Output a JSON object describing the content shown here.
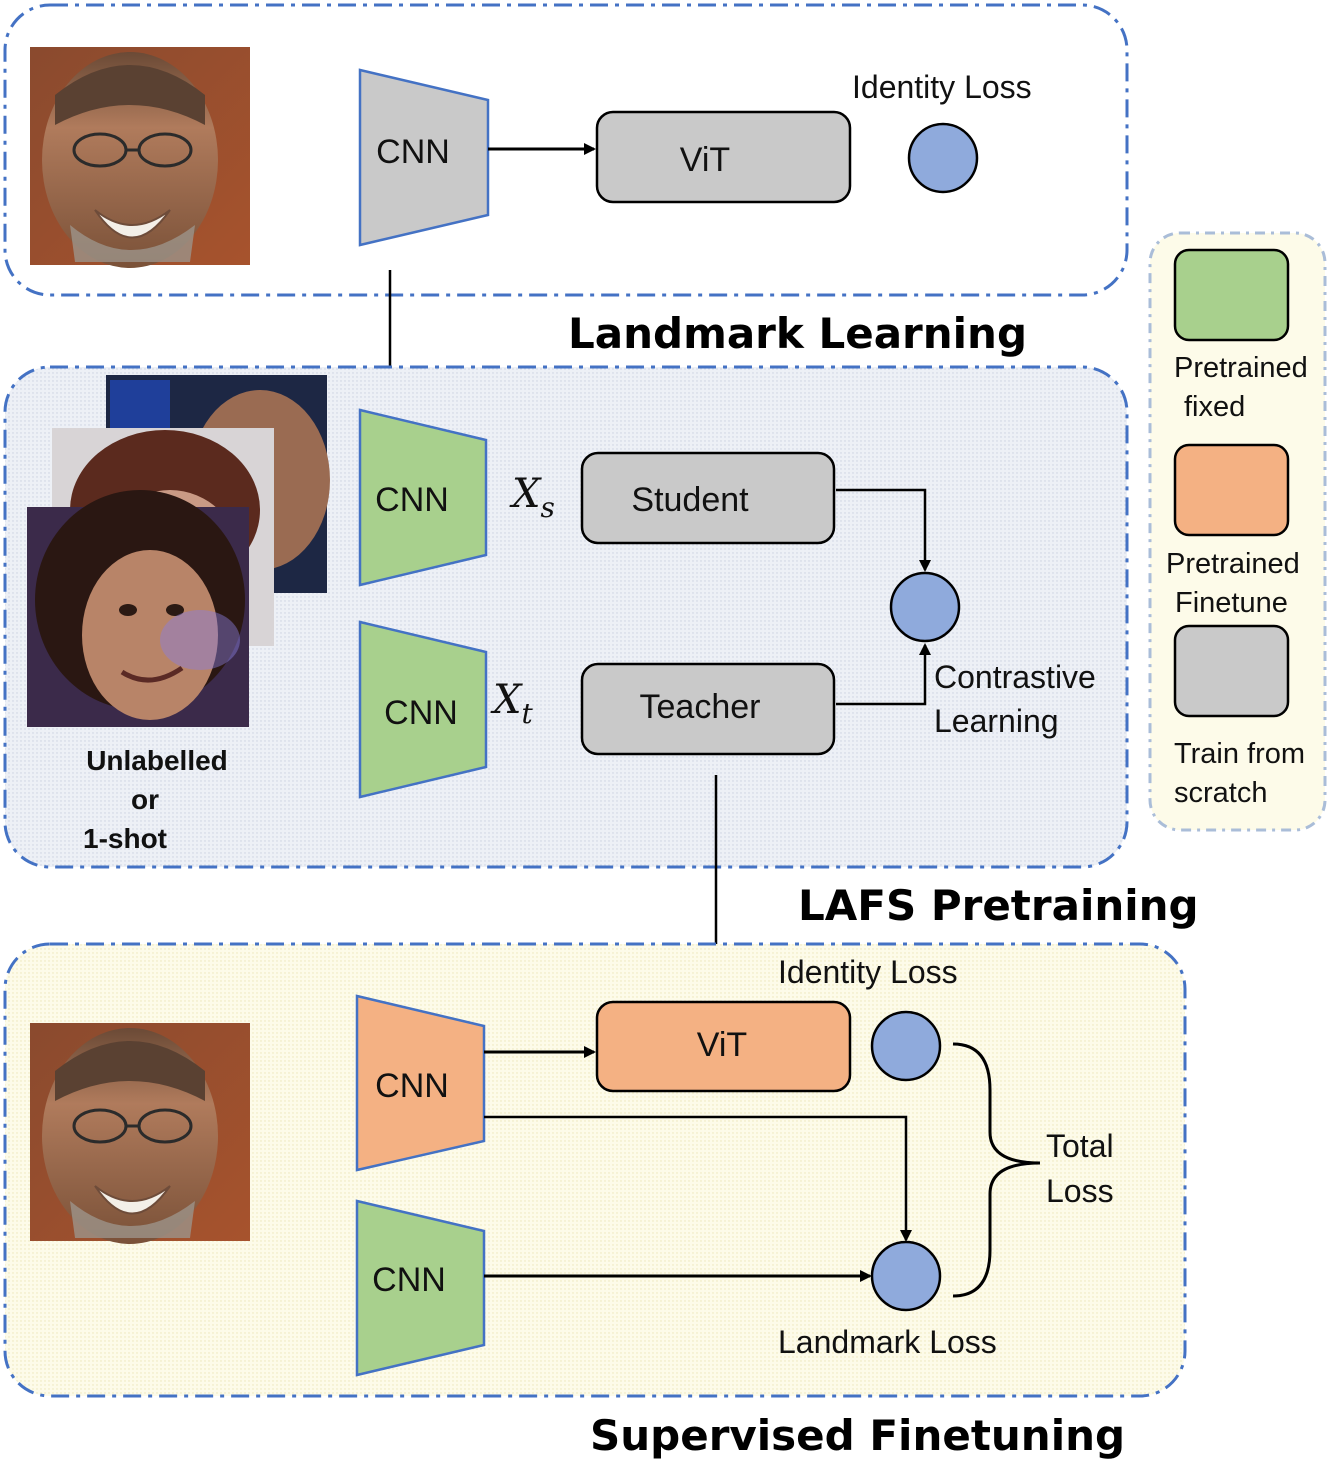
{
  "sections": {
    "landmark_learning": {
      "title": "Landmark Learning",
      "cnn_label": "CNN",
      "vit_label": "ViT",
      "loss_label": "Identity Loss"
    },
    "lafs_pretraining": {
      "title": "LAFS Pretraining",
      "cnn_student_label": "CNN",
      "cnn_teacher_label": "CNN",
      "student_label": "Student",
      "teacher_label": "Teacher",
      "xs_base": "X",
      "xs_sub": "s",
      "xt_base": "X",
      "xt_sub": "t",
      "contrastive_line1": "Contrastive",
      "contrastive_line2": "Learning",
      "unlabelled_line1": "Unlabelled",
      "unlabelled_line2": "or",
      "unlabelled_line3": "1-shot"
    },
    "supervised_finetuning": {
      "title": "Supervised Finetuning",
      "cnn_top_label": "CNN",
      "cnn_bottom_label": "CNN",
      "vit_label": "ViT",
      "identity_loss_label": "Identity Loss",
      "landmark_loss_label": "Landmark Loss",
      "total_line1": "Total",
      "total_line2": "Loss"
    }
  },
  "legend": {
    "items": [
      {
        "line1": "Pretrained",
        "line2": "fixed",
        "color": "#a8d08d"
      },
      {
        "line1": "Pretrained",
        "line2": "Finetune",
        "color": "#f4b183"
      },
      {
        "line1": "Train from",
        "line2": "scratch",
        "color": "#c9c9c9"
      }
    ]
  },
  "colors": {
    "green": "#a8d08d",
    "orange": "#f4b183",
    "gray": "#c9c9c9",
    "loss_node": "#8faadc",
    "border_blue": "#4472c4",
    "border_legend": "#aabdd8"
  }
}
